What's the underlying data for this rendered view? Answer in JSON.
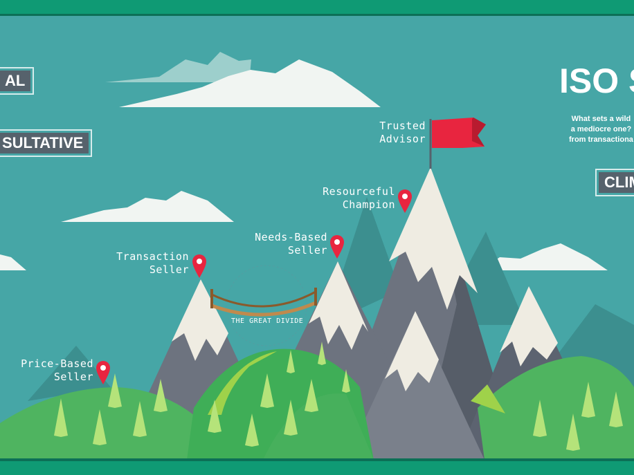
{
  "labels": {
    "price_based_seller": [
      "Price-Based",
      "Seller"
    ],
    "transaction_seller": [
      "Transaction",
      "Seller"
    ],
    "needs_based_seller": [
      "Needs-Based",
      "Seller"
    ],
    "resourceful_champion": [
      "Resourceful",
      "Champion"
    ],
    "trusted_advisor": [
      "Trusted",
      "Advisor"
    ]
  },
  "bridge_label": "THE GREAT DIVIDE",
  "tags": {
    "left_top": "AL",
    "left_middle": "SULTATIVE",
    "right": "CLIM"
  },
  "title": "ISO S",
  "subtitle": [
    "What sets a wild",
    "a mediocre one?",
    "from transactiona"
  ],
  "colors": {
    "sky": "#46a6a6",
    "frame": "#0f9a74",
    "flag": "#e8253f",
    "tag_bg": "#56626c"
  }
}
